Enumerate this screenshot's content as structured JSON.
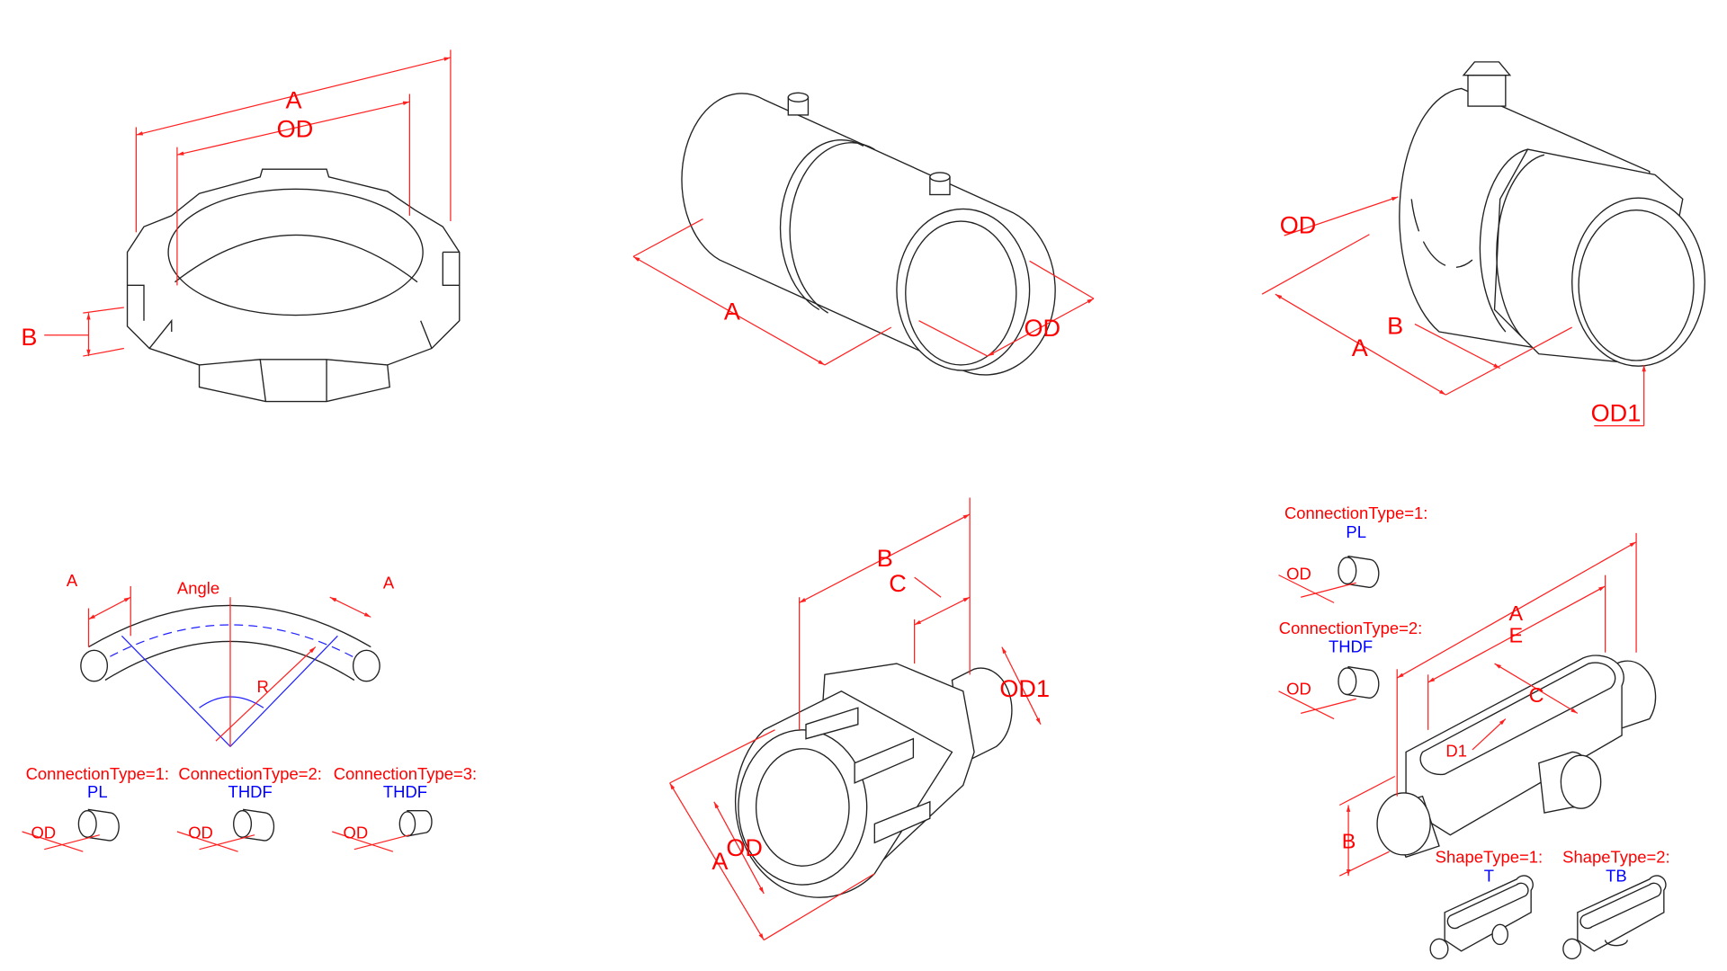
{
  "panels": {
    "locknut": {
      "dim_a": "A",
      "dim_od": "OD",
      "dim_b": "B"
    },
    "coupling": {
      "dim_a": "A",
      "dim_od": "OD"
    },
    "compression_coupling": {
      "dim_od": "OD",
      "dim_a": "A",
      "dim_b": "B",
      "dim_od1": "OD1"
    },
    "elbow": {
      "dim_a_left": "A",
      "dim_angle": "Angle",
      "dim_a_right": "A",
      "dim_r": "R",
      "connection_types": [
        {
          "label": "ConnectionType=1:",
          "value": "PL",
          "dim": "OD"
        },
        {
          "label": "ConnectionType=2:",
          "value": "THDF",
          "dim": "OD"
        },
        {
          "label": "ConnectionType=3:",
          "value": "THDF",
          "dim": "OD"
        }
      ]
    },
    "connector": {
      "dim_b": "B",
      "dim_c": "C",
      "dim_od1": "OD1",
      "dim_a": "A",
      "dim_od": "OD"
    },
    "conduit_body": {
      "connection_types": [
        {
          "label": "ConnectionType=1:",
          "value": "PL",
          "dim": "OD"
        },
        {
          "label": "ConnectionType=2:",
          "value": "THDF",
          "dim": "OD"
        }
      ],
      "dim_a": "A",
      "dim_e": "E",
      "dim_c": "C",
      "dim_d1": "D1",
      "dim_b": "B",
      "shape_types": [
        {
          "label": "ShapeType=1:",
          "value": "T"
        },
        {
          "label": "ShapeType=2:",
          "value": "TB"
        }
      ]
    }
  },
  "colors": {
    "dimension": "#ff0000",
    "type_value": "#0000ff",
    "line": "#222222"
  }
}
